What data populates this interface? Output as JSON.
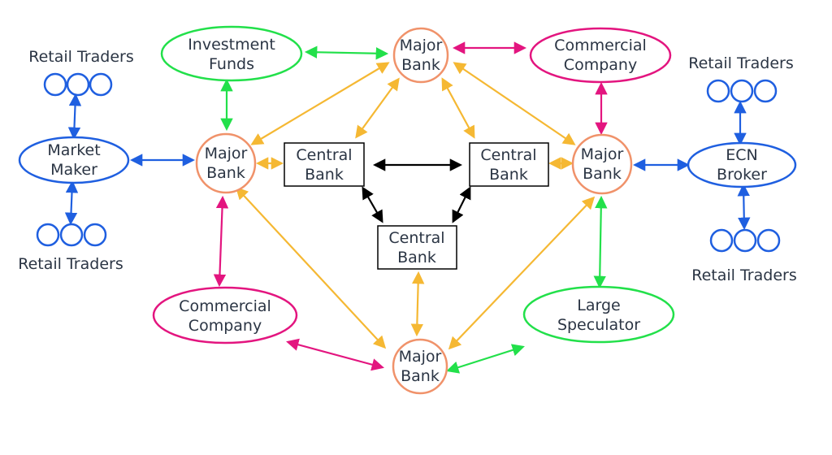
{
  "colors": {
    "bank_stroke": "#f0926a",
    "green": "#22e04a",
    "magenta": "#e3157f",
    "blue": "#1f5fe0",
    "yellow": "#f5b833",
    "black": "#000000",
    "text": "#2b3544"
  },
  "banks": {
    "top": [
      "Major",
      "Bank"
    ],
    "left": [
      "Major",
      "Bank"
    ],
    "right": [
      "Major",
      "Bank"
    ],
    "bottom": [
      "Major",
      "Bank"
    ]
  },
  "central_banks": {
    "left": [
      "Central",
      "Bank"
    ],
    "right": [
      "Central",
      "Bank"
    ],
    "bottom": [
      "Central",
      "Bank"
    ]
  },
  "participants": {
    "investment_funds": [
      "Investment",
      "Funds"
    ],
    "commercial_company_top": [
      "Commercial",
      "Company"
    ],
    "market_maker": [
      "Market",
      "Maker"
    ],
    "ecn_broker": [
      "ECN",
      "Broker"
    ],
    "commercial_company_bottom": [
      "Commercial",
      "Company"
    ],
    "large_speculator": [
      "Large",
      "Speculator"
    ]
  },
  "retail_traders": {
    "top_left": "Retail Traders",
    "bottom_left": "Retail Traders",
    "top_right": "Retail Traders",
    "bottom_right": "Retail Traders"
  }
}
